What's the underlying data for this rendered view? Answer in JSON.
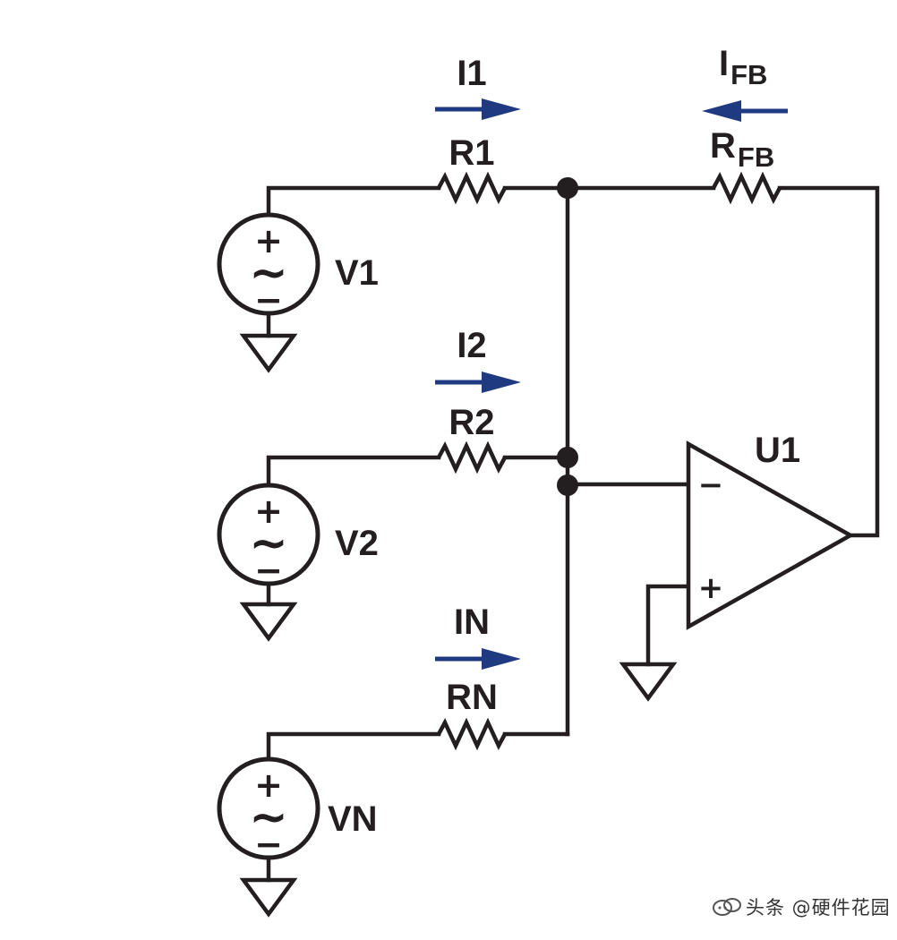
{
  "diagram": {
    "currents": {
      "i1": "I1",
      "i2": "I2",
      "in": "IN",
      "ifb_main": "I",
      "ifb_sub": "FB"
    },
    "resistors": {
      "r1": "R1",
      "r2": "R2",
      "rn": "RN",
      "rfb_main": "R",
      "rfb_sub": "FB"
    },
    "sources": {
      "v1": "V1",
      "v2": "V2",
      "vn": "VN",
      "plus": "+",
      "tilde": "~",
      "minus": "−"
    },
    "opamp": {
      "name": "U1",
      "inverting": "−",
      "non_inverting": "+"
    },
    "colors": {
      "wire": "#231f20",
      "current_arrow": "#1f3a80"
    }
  },
  "watermark": {
    "text": "头条 @硬件花园"
  }
}
